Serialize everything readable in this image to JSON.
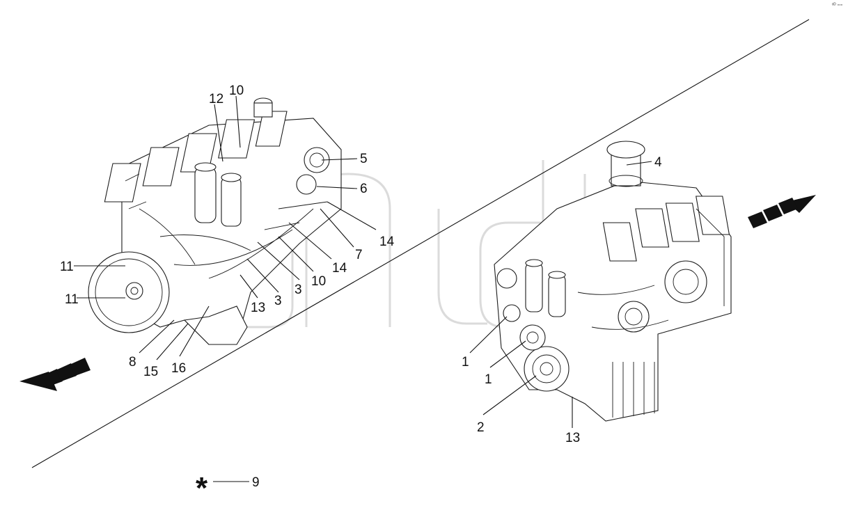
{
  "corner_mark": "ᵒᴰ ▫▫▫",
  "footnote": {
    "symbol": "*",
    "number": "9"
  },
  "left_engine_callouts": [
    {
      "id": "c12",
      "label": "12"
    },
    {
      "id": "c10a",
      "label": "10"
    },
    {
      "id": "c5",
      "label": "5"
    },
    {
      "id": "c6",
      "label": "6"
    },
    {
      "id": "c14a",
      "label": "14"
    },
    {
      "id": "c7",
      "label": "7"
    },
    {
      "id": "c14b",
      "label": "14"
    },
    {
      "id": "c10b",
      "label": "10"
    },
    {
      "id": "c3a",
      "label": "3"
    },
    {
      "id": "c3b",
      "label": "3"
    },
    {
      "id": "c13a",
      "label": "13"
    },
    {
      "id": "c11a",
      "label": "11"
    },
    {
      "id": "c11b",
      "label": "11"
    },
    {
      "id": "c8",
      "label": "8"
    },
    {
      "id": "c15",
      "label": "15"
    },
    {
      "id": "c16",
      "label": "16"
    }
  ],
  "right_engine_callouts": [
    {
      "id": "c4",
      "label": "4"
    },
    {
      "id": "c1a",
      "label": "1"
    },
    {
      "id": "c1b",
      "label": "1"
    },
    {
      "id": "c2",
      "label": "2"
    },
    {
      "id": "c13b",
      "label": "13"
    }
  ],
  "direction_arrows": [
    "arrow-front-left",
    "arrow-rear-right"
  ]
}
